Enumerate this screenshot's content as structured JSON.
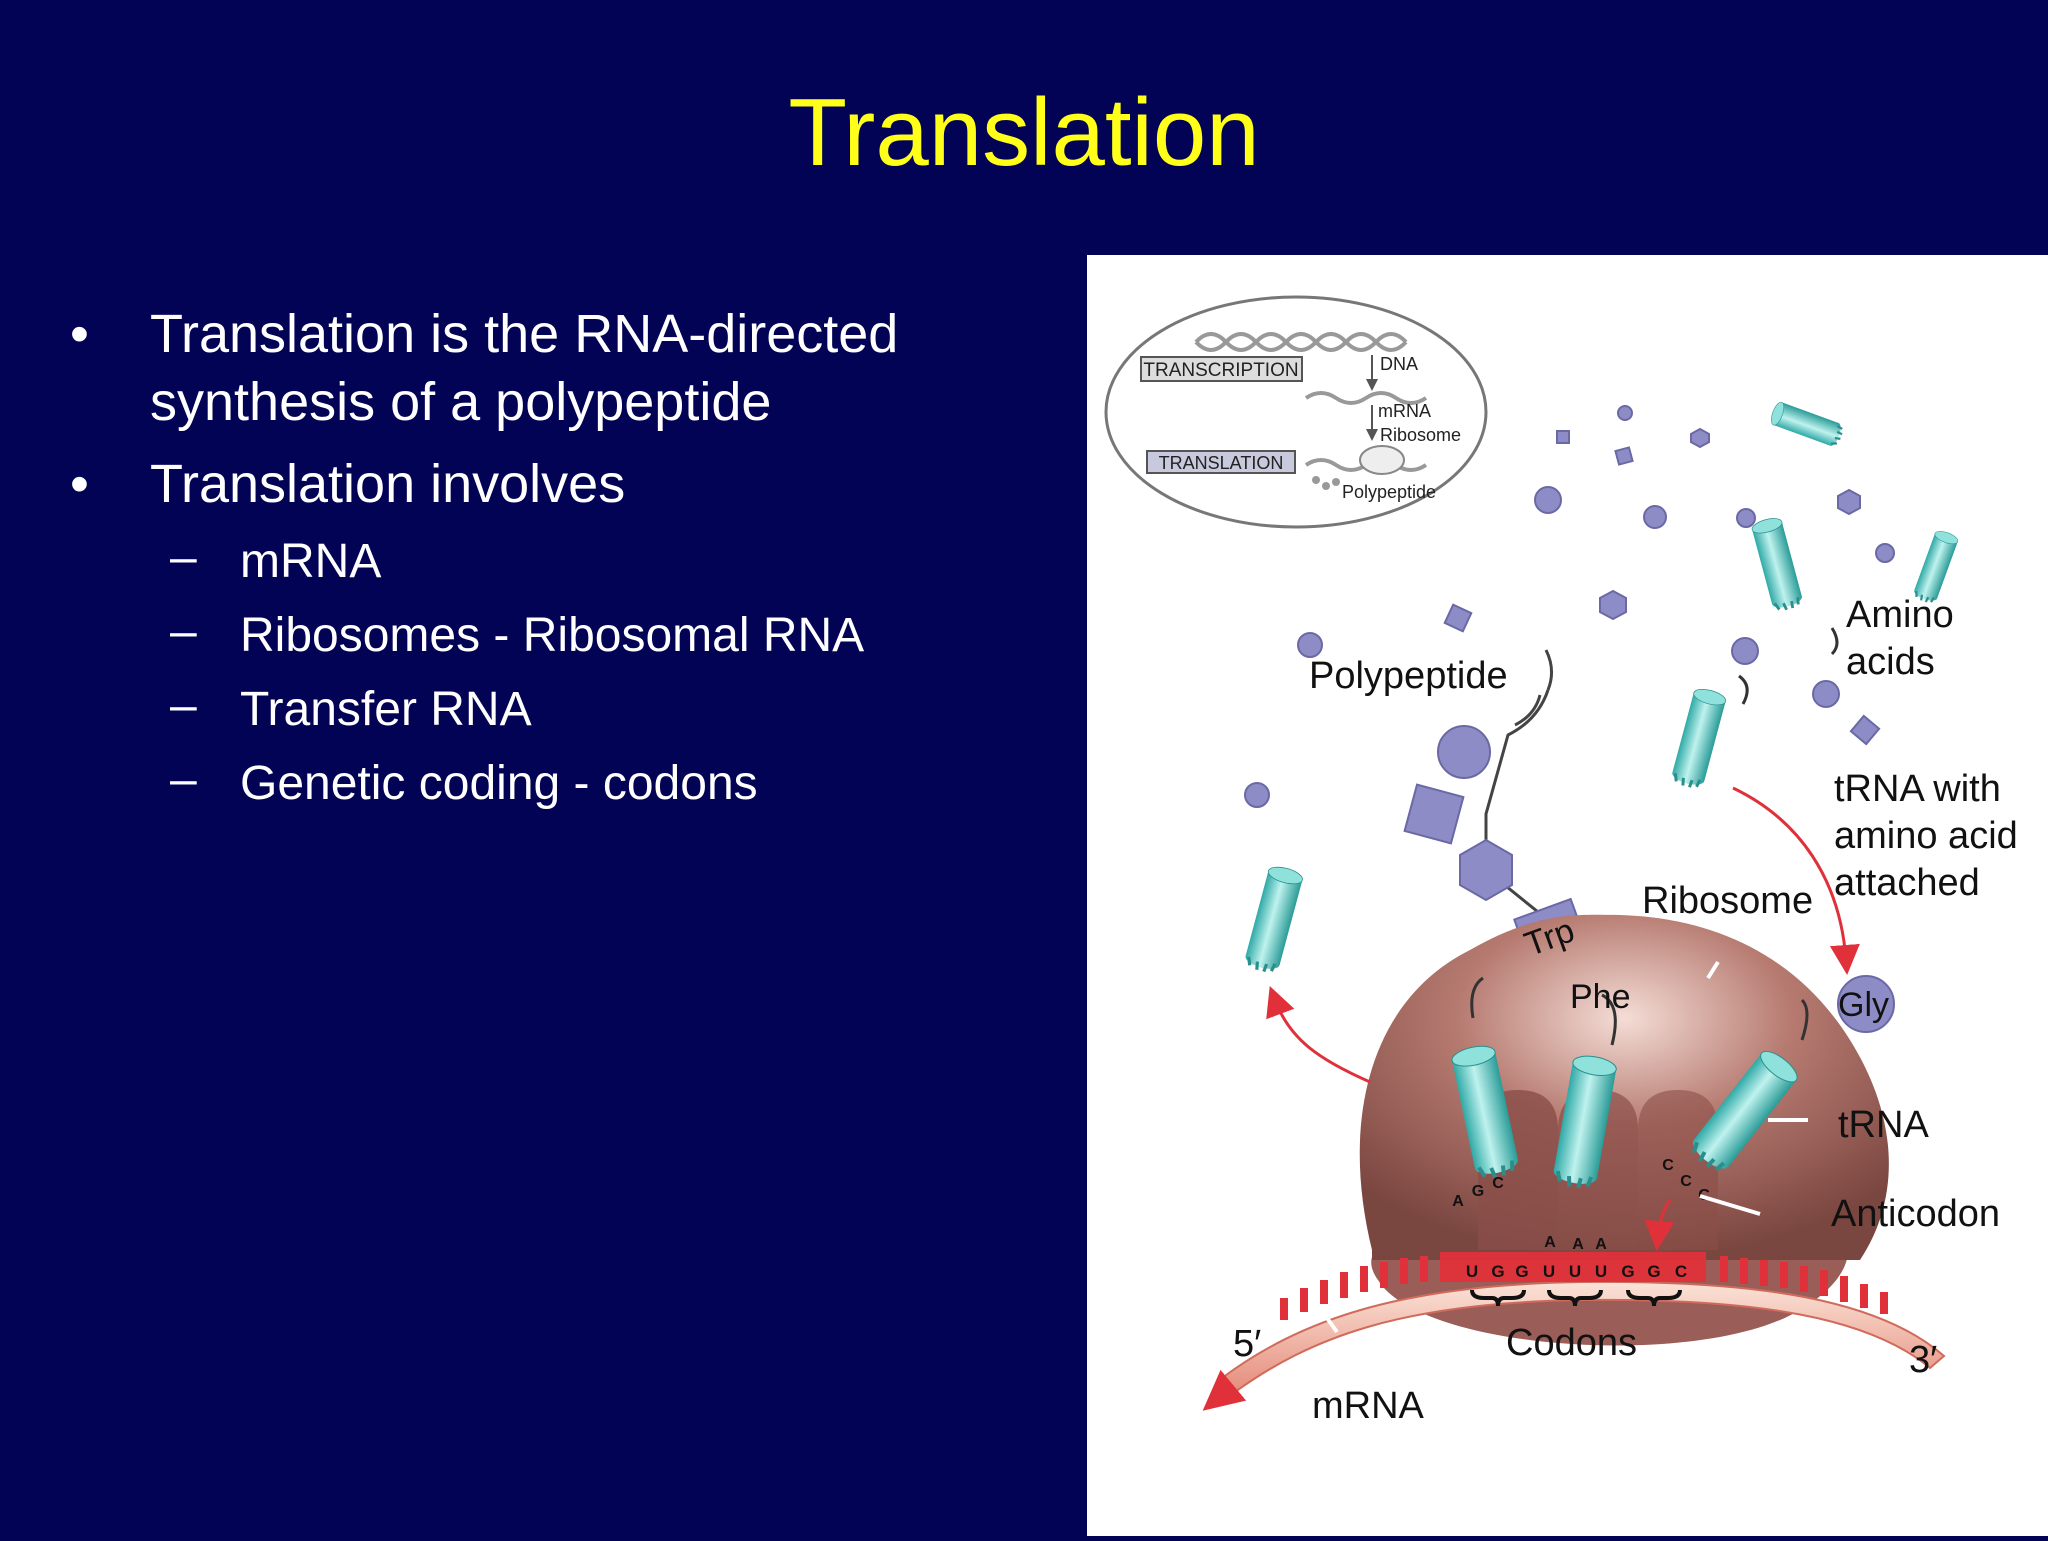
{
  "slide": {
    "title": "Translation",
    "colors": {
      "background": "#020355",
      "title": "#ffff1a",
      "text": "#ffffff"
    },
    "bullets": [
      {
        "marker": "•",
        "lines": [
          "Translation is the RNA-directed",
          "synthesis of a polypeptide"
        ]
      },
      {
        "marker": "•",
        "lines": [
          "Translation involves"
        ]
      }
    ],
    "subbullets": [
      {
        "marker": "–",
        "text": "mRNA"
      },
      {
        "marker": "–",
        "text": "Ribosomes - Ribosomal RNA"
      },
      {
        "marker": "–",
        "text": "Transfer RNA"
      },
      {
        "marker": "–",
        "text": "Genetic coding - codons"
      }
    ]
  },
  "diagram": {
    "inset": {
      "transcription": "TRANSCRIPTION",
      "translation": "TRANSLATION",
      "dna": "DNA",
      "mrna": "mRNA",
      "ribosome": "Ribosome",
      "polypeptide": "Polypeptide"
    },
    "labels": {
      "polypeptide": "Polypeptide",
      "amino_acids_1": "Amino",
      "amino_acids_2": "acids",
      "trna_with_1": "tRNA with",
      "trna_with_2": "amino acid",
      "trna_with_3": "attached",
      "ribosome": "Ribosome",
      "trna": "tRNA",
      "anticodon": "Anticodon",
      "codons": "Codons",
      "mrna": "mRNA",
      "five_prime": "5′",
      "three_prime": "3′"
    },
    "amino_acids": {
      "trp": "Trp",
      "phe": "Phe",
      "gly": "Gly"
    },
    "anticodons": {
      "left": [
        "A",
        "G",
        "C"
      ],
      "middle": [
        "A",
        "A",
        "A"
      ],
      "right": [
        "C",
        "C",
        "C"
      ]
    },
    "codon_letters": [
      "U",
      "G",
      "G",
      "U",
      "U",
      "U",
      "G",
      "G",
      "C"
    ],
    "colors": {
      "ribosome": "#a0625c",
      "trna": "#4fc7c2",
      "amino_acid": "#8e8cc6",
      "mrna": "#e0303a",
      "arrow": "#e0303a"
    }
  }
}
